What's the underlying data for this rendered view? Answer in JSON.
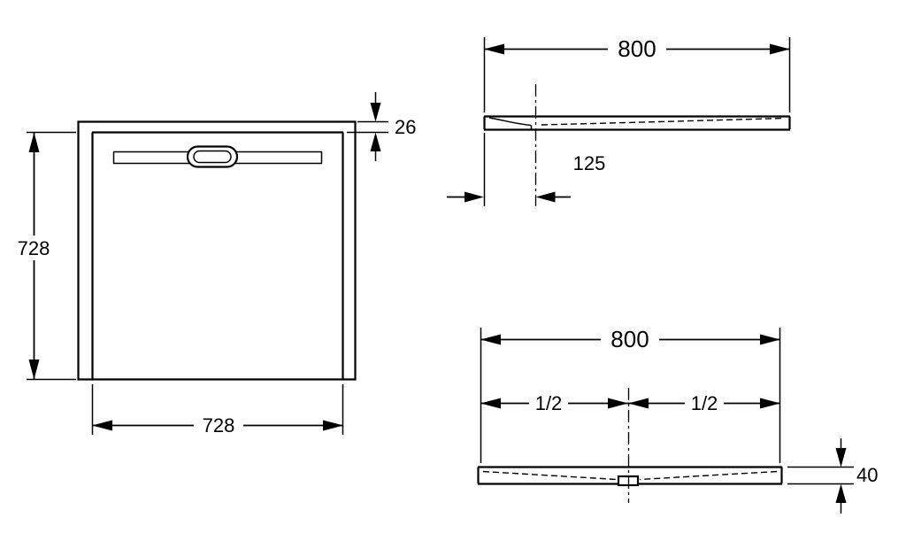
{
  "colors": {
    "background": "#ffffff",
    "line": "#000000"
  },
  "top_view": {
    "height_label": "728",
    "width_label": "728",
    "rim_offset_label": "26"
  },
  "side_view": {
    "width_label": "800",
    "drain_offset_label": "125"
  },
  "front_view": {
    "width_label": "800",
    "left_half_label": "1/2",
    "right_half_label": "1/2",
    "height_label": "40"
  }
}
